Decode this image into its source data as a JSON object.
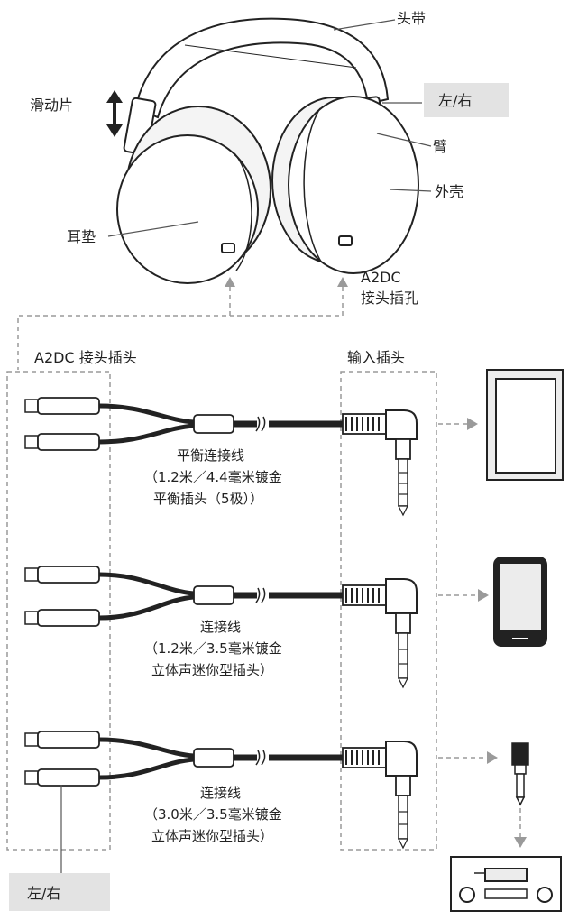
{
  "labels": {
    "headband": "头带",
    "slider": "滑动片",
    "lr_top": "左/右",
    "arm": "臂",
    "shell": "外壳",
    "earpad": "耳垫",
    "a2dc_jack_line1": "A2DC",
    "a2dc_jack_line2": "接头插孔",
    "a2dc_plug_header": "A2DC 接头插头",
    "input_plug_header": "输入插头",
    "lr_bottom": "左/右"
  },
  "cables": [
    {
      "line1": "平衡连接线",
      "line2": "（1.2米／4.4毫米镀金",
      "line3": "平衡插头（5极））"
    },
    {
      "line1": "连接线",
      "line2": "（1.2米／3.5毫米镀金",
      "line3": "立体声迷你型插头）"
    },
    {
      "line1": "连接线",
      "line2": "（3.0米／3.5毫米镀金",
      "line3": "立体声迷你型插头）"
    }
  ],
  "colors": {
    "ink": "#222222",
    "dashed": "#9a9a9a",
    "label_box": "#e3e3e3",
    "device_fill": "#ececec"
  }
}
